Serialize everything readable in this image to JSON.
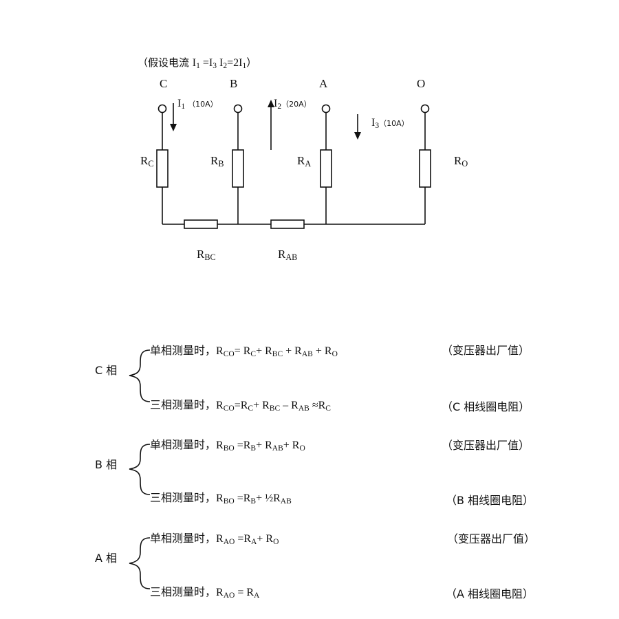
{
  "assumption": {
    "prefix": "（假设电流 ",
    "i1_eq_i3": "I",
    "sub1": "1",
    "eq": " =I",
    "sub3": "3",
    "space": " I",
    "sub2": "2",
    "eq2": "=2I",
    "sub1b": "1",
    "suffix": "）"
  },
  "nodes": {
    "c": "C",
    "b": "B",
    "a": "A",
    "o": "O"
  },
  "currents": {
    "i1": {
      "main": "I",
      "sub": "1",
      "value": "（10A）"
    },
    "i2": {
      "main": "I",
      "sub": "2",
      "value": "（20A）"
    },
    "i3": {
      "main": "I",
      "sub": "3",
      "value": "（10A）"
    }
  },
  "resistors": {
    "rc": {
      "main": "R",
      "sub": "C"
    },
    "rb": {
      "main": "R",
      "sub": "B"
    },
    "ra": {
      "main": "R",
      "sub": "A"
    },
    "ro": {
      "main": "R",
      "sub": "O"
    },
    "rbc": {
      "main": "R",
      "sub": "BC"
    },
    "rab": {
      "main": "R",
      "sub": "AB"
    }
  },
  "groups": {
    "c": {
      "phase": "C 相",
      "single_label": "单相测量时，",
      "single_formula": {
        "r": "R",
        "s": "CO",
        "t1": "= R",
        "s1": "C",
        "t2": "+ R",
        "s2": "BC",
        "t3": " + R",
        "s3": "AB",
        "t4": " + R",
        "s4": "O"
      },
      "single_note": "（变压器出厂值）",
      "three_label": "三相测量时，",
      "three_formula": {
        "r": "R",
        "s": "CO",
        "t1": "=R",
        "s1": "C",
        "t2": "+ R",
        "s2": "BC",
        "t3": " – R",
        "s3": "AB",
        "t4": "  ≈R",
        "s4": "C"
      },
      "three_note": "（C 相线圈电阻）"
    },
    "b": {
      "phase": "B 相",
      "single_label": "单相测量时，",
      "single_formula": {
        "r": "R",
        "s": "BO",
        "t1": " =R",
        "s1": "B",
        "t2": "+ R",
        "s2": "AB",
        "t3": "+ R",
        "s3": "O"
      },
      "single_note": "（变压器出厂值）",
      "three_label": "三相测量时，",
      "three_formula": {
        "r": "R",
        "s": "BO",
        "t1": " =R",
        "s1": "B",
        "t2": "+ ½R",
        "s2": "AB"
      },
      "three_note": "（B 相线圈电阻）"
    },
    "a": {
      "phase": "A 相",
      "single_label": "单相测量时，",
      "single_formula": {
        "r": "R",
        "s": "AO",
        "t1": " =R",
        "s1": "A",
        "t2": "+ R",
        "s2": "O"
      },
      "single_note": "（变压器出厂值）",
      "three_label": "三相测量时，",
      "three_formula": {
        "r": "R",
        "s": "AO",
        "t1": " = R",
        "s1": "A"
      },
      "three_note": "（A 相线圈电阻）"
    }
  }
}
